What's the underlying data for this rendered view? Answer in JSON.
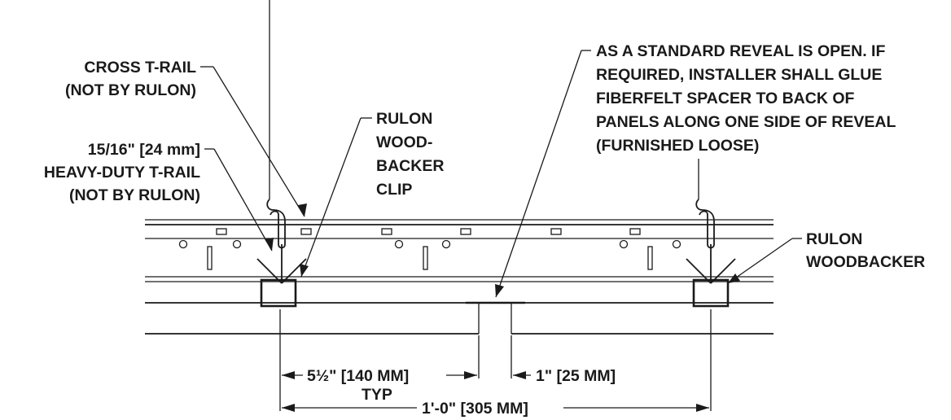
{
  "labels": {
    "cross_t_rail": [
      "CROSS T-RAIL",
      "(NOT BY RULON)"
    ],
    "heavy_duty_t_rail": [
      "15/16\" [24 mm]",
      "HEAVY-DUTY T-RAIL",
      "(NOT BY RULON)"
    ],
    "woodbacker_clip": [
      "RULON",
      "WOOD-",
      "BACKER",
      "CLIP"
    ],
    "reveal_note": [
      "AS A STANDARD REVEAL IS OPEN.  IF",
      "REQUIRED,  INSTALLER SHALL GLUE",
      "FIBERFELT SPACER TO BACK OF",
      "PANELS ALONG ONE SIDE OF REVEAL",
      "(FURNISHED LOOSE)"
    ],
    "rulon_woodbacker": [
      "RULON",
      "WOODBACKER"
    ]
  },
  "dimensions": {
    "panel_width": [
      "5½\" [140 MM]",
      "TYP"
    ],
    "reveal_width": "1\" [25 MM]",
    "overall": "1'-0\" [305 MM]"
  }
}
